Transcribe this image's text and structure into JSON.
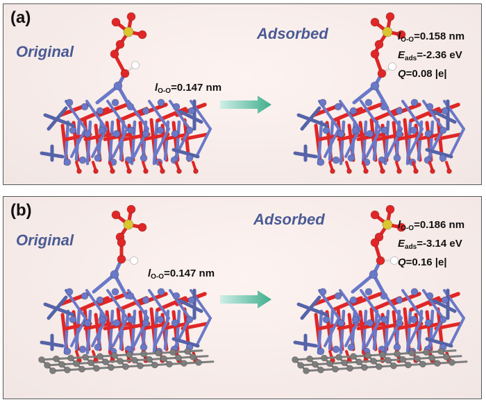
{
  "panels": [
    {
      "label": "(a)",
      "original": {
        "title": "Original",
        "bond": {
          "symbol": "l",
          "subscript": "O-O",
          "value": "=0.147 nm"
        }
      },
      "adsorbed": {
        "title": "Adsorbed",
        "bond": {
          "symbol": "l",
          "subscript": "O-O",
          "value": "=0.158 nm"
        },
        "energy": {
          "symbol": "E",
          "subscript": "ads",
          "value": "=-2.36 eV"
        },
        "charge": {
          "symbol": "Q",
          "value": "=0.08 |e|"
        }
      }
    },
    {
      "label": "(b)",
      "original": {
        "title": "Original",
        "bond": {
          "symbol": "l",
          "subscript": "O-O",
          "value": "=0.147 nm"
        }
      },
      "adsorbed": {
        "title": "Adsorbed",
        "bond": {
          "symbol": "l",
          "subscript": "O-O",
          "value": "=0.186 nm"
        },
        "energy": {
          "symbol": "E",
          "subscript": "ads",
          "value": "=-3.14 eV"
        },
        "charge": {
          "symbol": "Q",
          "value": "=0.16 |e|"
        }
      }
    }
  ],
  "colors": {
    "oxygen": "#e02626",
    "sulfur": "#d9c630",
    "hydrogen": "#ffffff",
    "metal": "#6a78c8",
    "metal_dark": "#5563a8",
    "carbon": "#7d7d7d",
    "state_title": "#4a5a94",
    "arrow": "#4fb89a"
  }
}
